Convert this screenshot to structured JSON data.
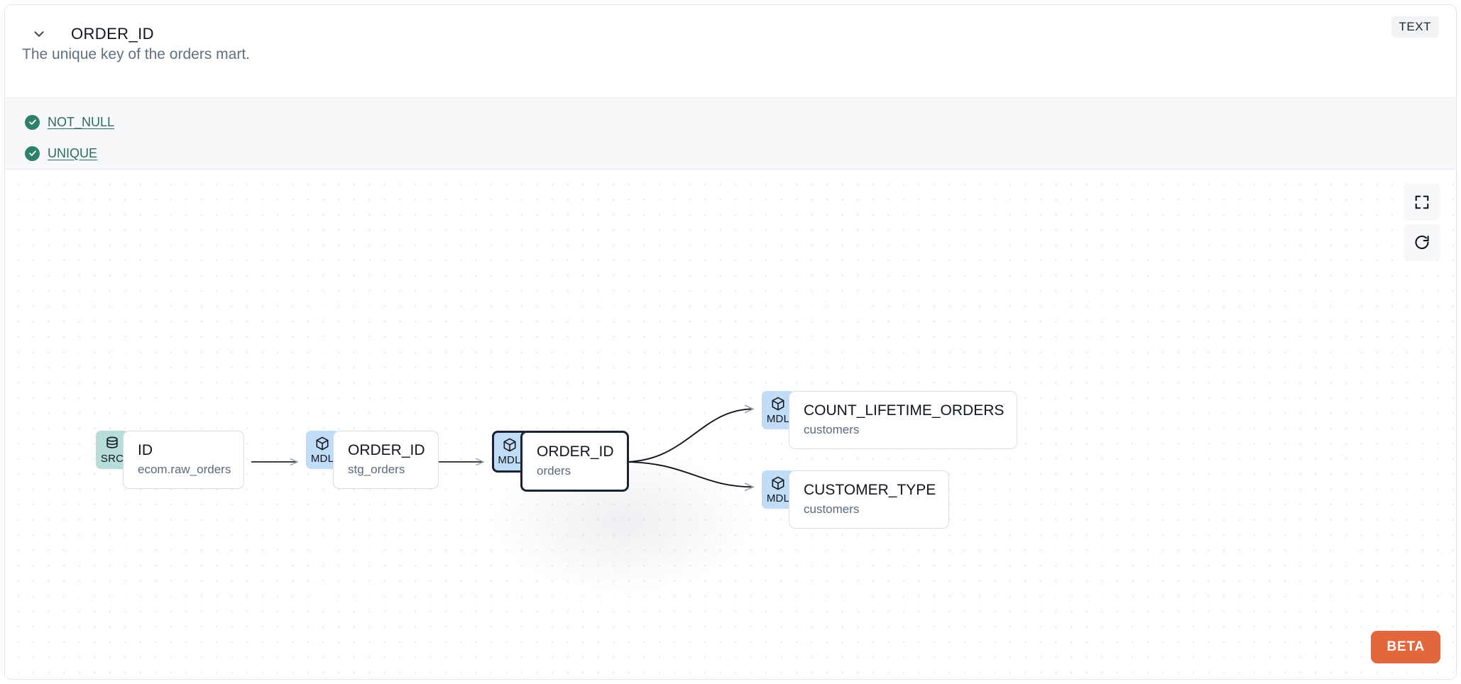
{
  "header": {
    "chevron_icon": "chevron-down-icon",
    "title": "ORDER_ID",
    "type_badge": "TEXT",
    "description": "The unique key of the orders mart."
  },
  "tests": [
    {
      "icon": "check-circle-icon",
      "label": "NOT_NULL",
      "status": "passed"
    },
    {
      "icon": "check-circle-icon",
      "label": "UNIQUE",
      "status": "passed"
    }
  ],
  "lineage": {
    "controls": [
      {
        "name": "fit-view-button",
        "icon": "fullscreen-icon"
      },
      {
        "name": "reset-button",
        "icon": "refresh-icon"
      }
    ],
    "beta_label": "BETA",
    "nodes": [
      {
        "id": "src",
        "badge": "SRC",
        "badge_icon": "database-icon",
        "name": "ID",
        "sub": "ecom.raw_orders",
        "selected": false
      },
      {
        "id": "stg",
        "badge": "MDL",
        "badge_icon": "cube-icon",
        "name": "ORDER_ID",
        "sub": "stg_orders",
        "selected": false
      },
      {
        "id": "orders",
        "badge": "MDL",
        "badge_icon": "cube-icon",
        "name": "ORDER_ID",
        "sub": "orders",
        "selected": true
      },
      {
        "id": "count",
        "badge": "MDL",
        "badge_icon": "cube-icon",
        "name": "COUNT_LIFETIME_ORDERS",
        "sub": "customers",
        "selected": false
      },
      {
        "id": "custtype",
        "badge": "MDL",
        "badge_icon": "cube-icon",
        "name": "CUSTOMER_TYPE",
        "sub": "customers",
        "selected": false
      }
    ],
    "edges": [
      {
        "from": "src",
        "to": "stg",
        "style": "straight"
      },
      {
        "from": "stg",
        "to": "orders",
        "style": "straight"
      },
      {
        "from": "orders",
        "to": "count",
        "style": "curve-up"
      },
      {
        "from": "orders",
        "to": "custtype",
        "style": "curve-down"
      }
    ]
  },
  "colors": {
    "src_badge_bg": "#b6ddd8",
    "mdl_badge_bg": "#c1dcf6",
    "test_pass": "#2e8168",
    "test_link": "#2b6b66",
    "beta_bg": "#e3673c",
    "selected_border": "#1a2233"
  }
}
